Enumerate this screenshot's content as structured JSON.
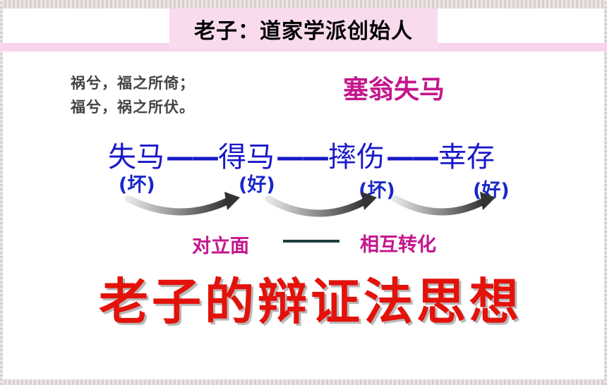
{
  "title": "老子：道家学派创始人",
  "quote": {
    "line1": "祸兮，福之所倚；",
    "line2": "福兮，祸之所伏。"
  },
  "idiom": "塞翁失马",
  "chain": {
    "items": [
      "失马",
      "得马",
      "摔伤",
      "幸存"
    ],
    "connector": "——",
    "tags": [
      "(坏)",
      "(好)",
      "(坏)",
      "(好)"
    ]
  },
  "relation": {
    "left": "对立面",
    "right": "相互转化"
  },
  "conclusion": "老子的辩证法思想",
  "colors": {
    "pink_band": "#f8d4ec",
    "magenta": "#c4168c",
    "blue": "#1818c8",
    "red": "#e3120b"
  }
}
